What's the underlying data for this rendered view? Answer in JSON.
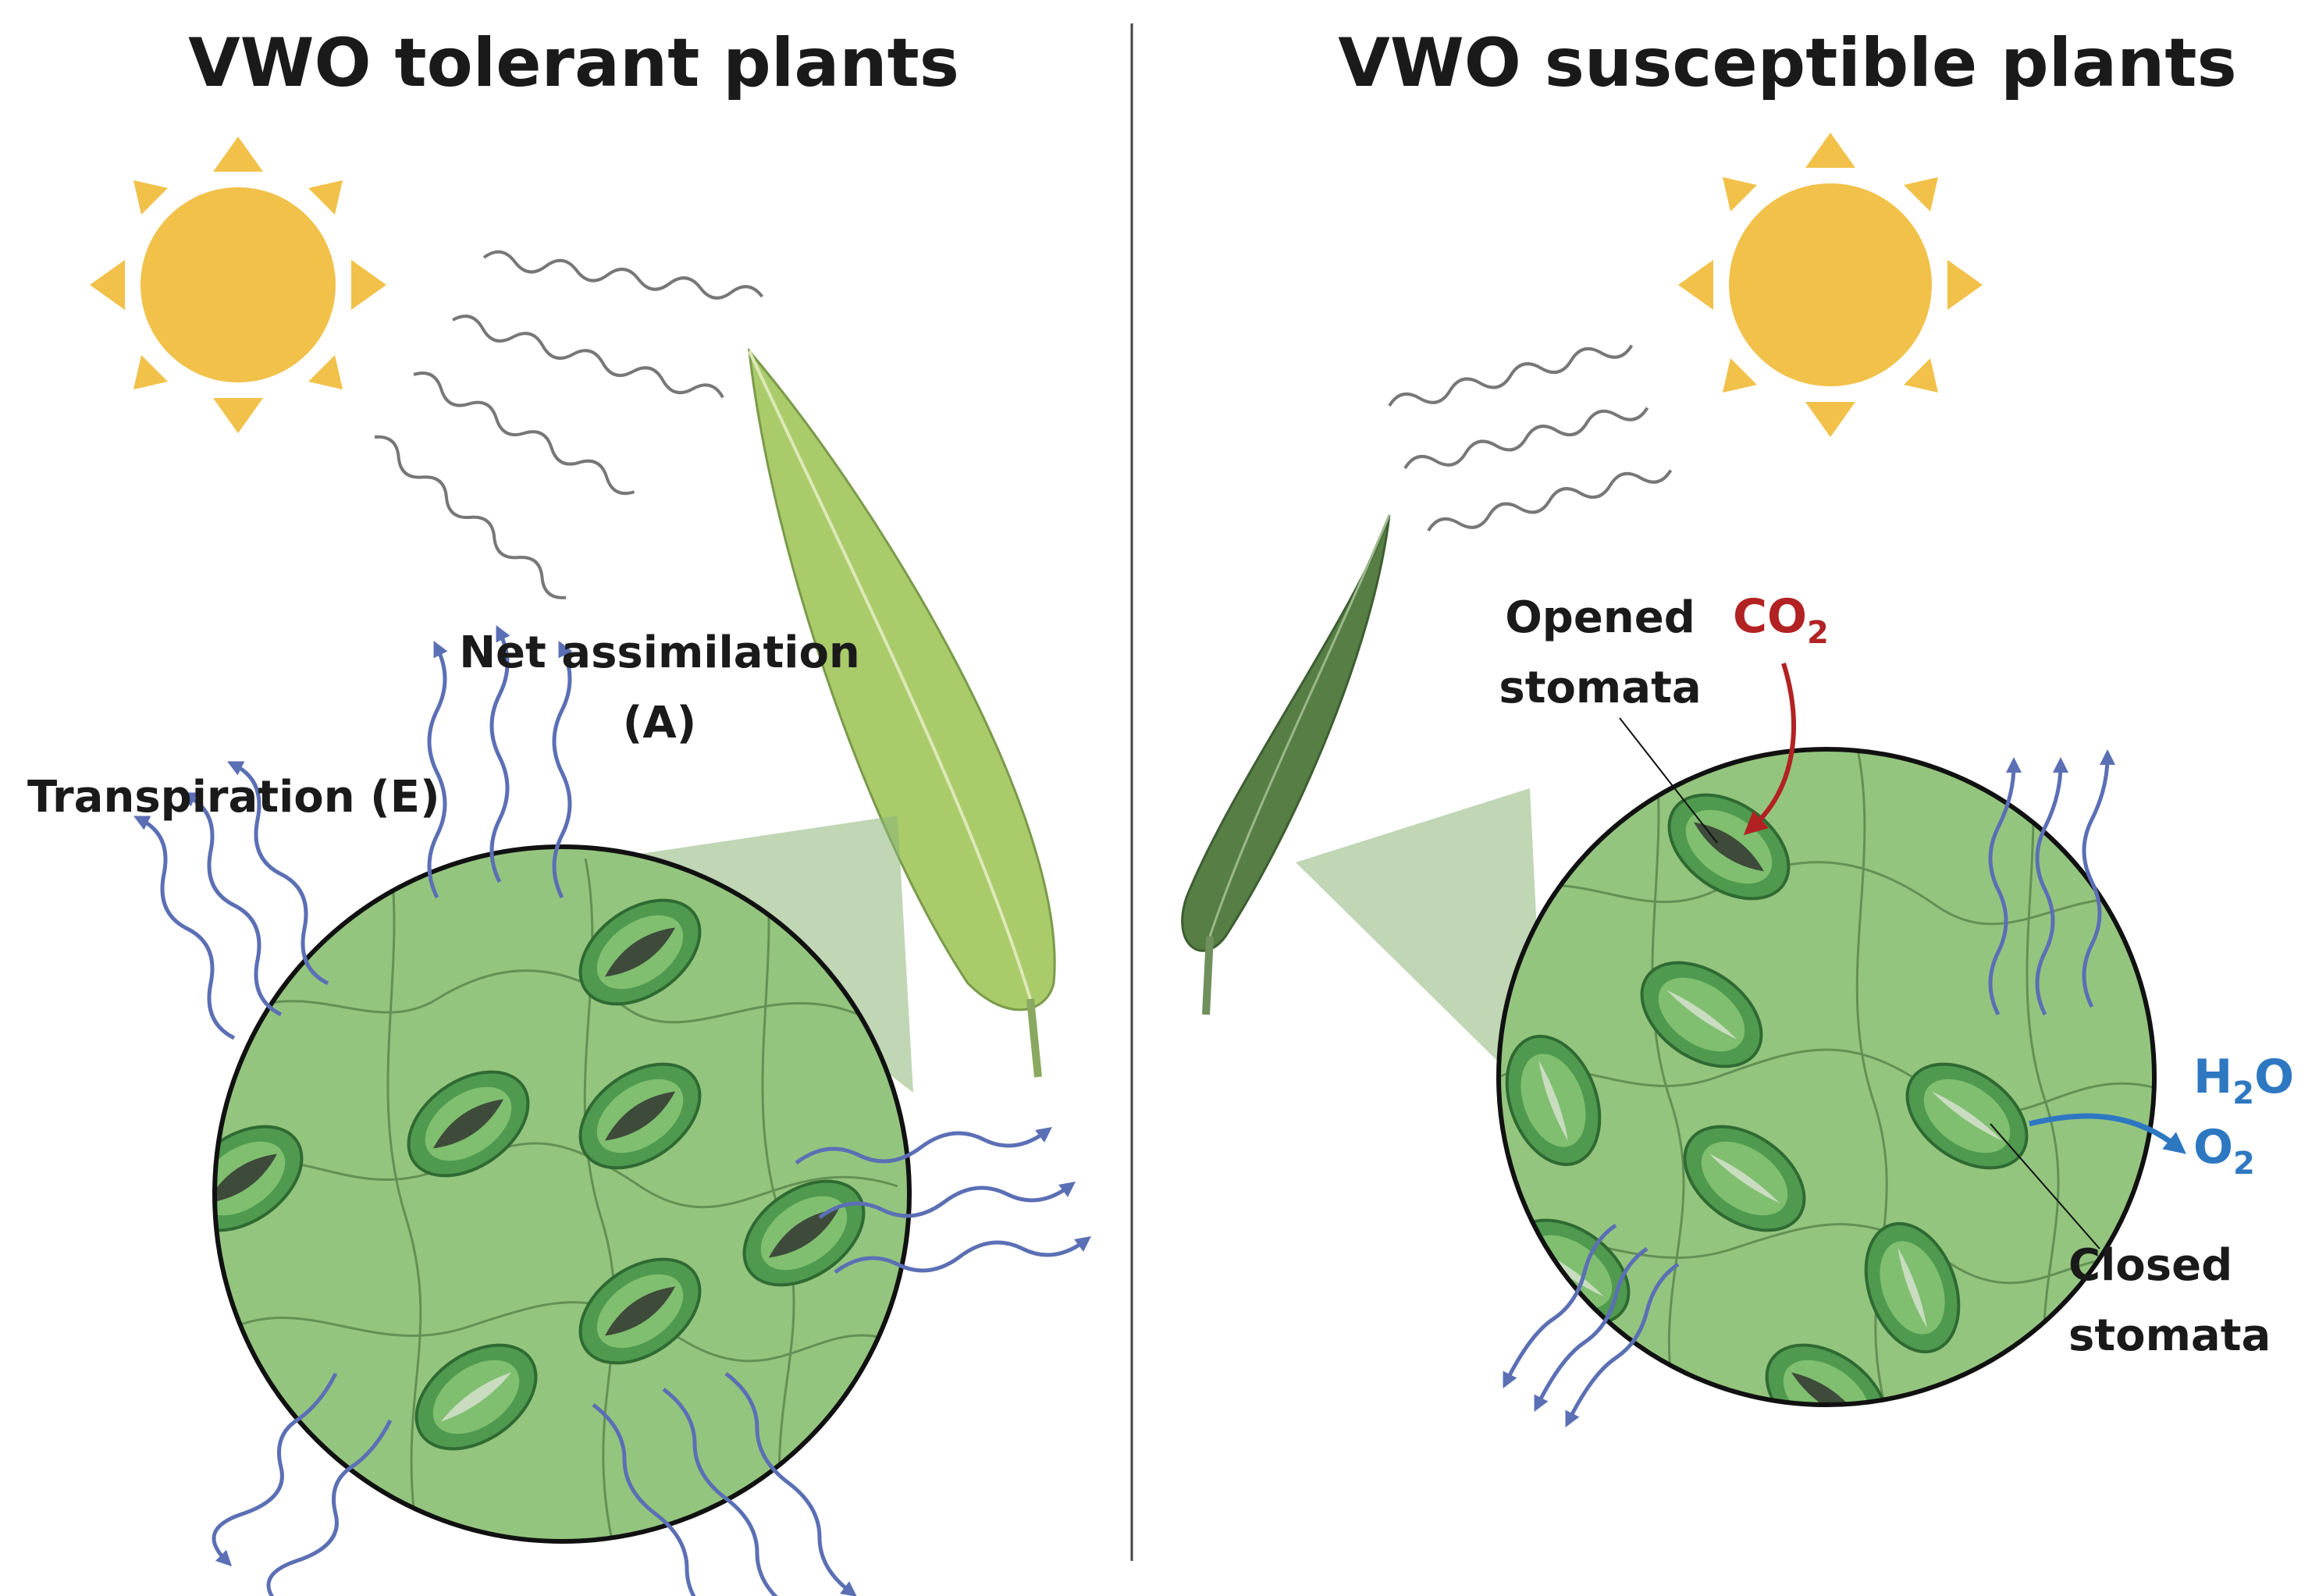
{
  "panels": {
    "left": {
      "title": "VWO tolerant plants",
      "label_assimilation_line1": "Net assimilation",
      "label_assimilation_line2": "(A)",
      "label_transpiration": "Transpiration (E)"
    },
    "right": {
      "title": "VWO susceptible plants",
      "label_opened_line1": "Opened",
      "label_opened_line2": "stomata",
      "label_closed_line1": "Closed",
      "label_closed_line2": "stomata",
      "co2_main": "CO",
      "co2_sub": "2",
      "h2o_main_a": "H",
      "h2o_sub": "2",
      "h2o_main_b": "O",
      "o2_main": "O",
      "o2_sub": "2"
    }
  },
  "colors": {
    "sun": "#f2c14a",
    "leaf_tissue": "#94c57e",
    "leaf_light": "#aacb6a",
    "leaf_dark": "#567e45",
    "stoma": "#4f9a4f",
    "water_arrow": "#5b6fb5",
    "co2": "#b22222",
    "h2o_o2": "#2e78c2",
    "divider": "#444444"
  },
  "icons": [
    "sun-icon",
    "leaf-icon",
    "heat-wave-icon",
    "stoma-icon",
    "arrow-icon"
  ]
}
